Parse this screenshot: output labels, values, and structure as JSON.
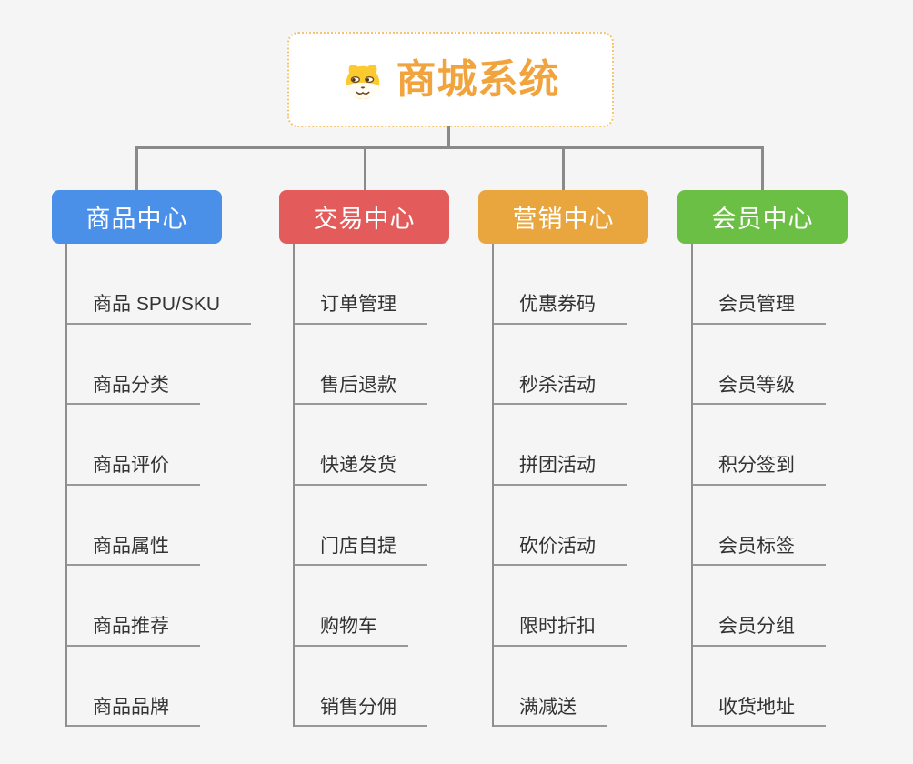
{
  "page": {
    "background_color": "#f5f5f5",
    "connector_color": "#8a8a8a",
    "leaf_text_color": "#333333"
  },
  "root": {
    "title": "商城系统",
    "icon": "dog-face-icon",
    "text_color": "#f1a43d",
    "border_color": "#f6c36f"
  },
  "branches": [
    {
      "label": "商品中心",
      "color": "#4a8fe8",
      "items": [
        "商品 SPU/SKU",
        "商品分类",
        "商品评价",
        "商品属性",
        "商品推荐",
        "商品品牌"
      ]
    },
    {
      "label": "交易中心",
      "color": "#e45b5b",
      "items": [
        "订单管理",
        "售后退款",
        "快递发货",
        "门店自提",
        "购物车",
        "销售分佣"
      ]
    },
    {
      "label": "营销中心",
      "color": "#eaa63e",
      "items": [
        "优惠券码",
        "秒杀活动",
        "拼团活动",
        "砍价活动",
        "限时折扣",
        "满减送"
      ]
    },
    {
      "label": "会员中心",
      "color": "#6cbf45",
      "items": [
        "会员管理",
        "会员等级",
        "积分签到",
        "会员标签",
        "会员分组",
        "收货地址"
      ]
    }
  ]
}
